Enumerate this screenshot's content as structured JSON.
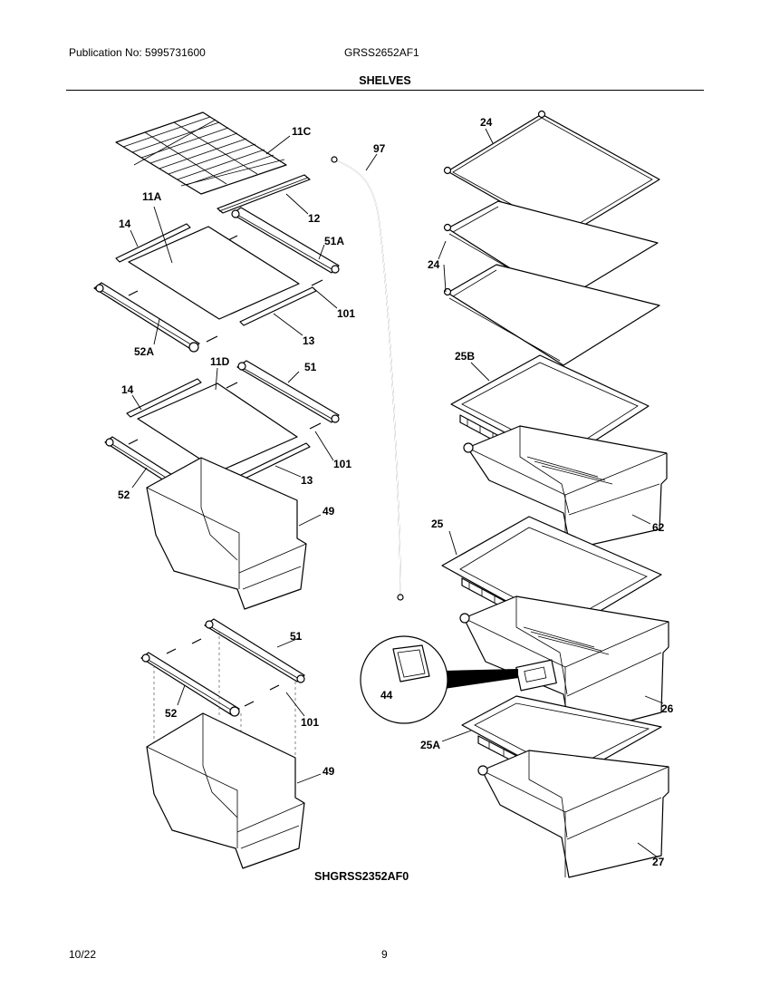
{
  "header": {
    "publication": "Publication No: 5995731600",
    "model": "GRSS2652AF1",
    "section_title": "SHELVES"
  },
  "footer": {
    "date": "10/22",
    "page_number": "9"
  },
  "diagram": {
    "caption": "SHGRSS2352AF0",
    "part_labels": {
      "p11C": "11C",
      "p12": "12",
      "p11A": "11A",
      "p14a": "14",
      "p51A": "51A",
      "p101a": "101",
      "p52A": "52A",
      "p13a": "13",
      "p11D": "11D",
      "p51a": "51",
      "p14b": "14",
      "p101b": "101",
      "p13b": "13",
      "p52a": "52",
      "p49a": "49",
      "p51b": "51",
      "p52b": "52",
      "p101c": "101",
      "p49b": "49",
      "p97": "97",
      "p24a": "24",
      "p24b": "24",
      "p25B": "25B",
      "p62": "62",
      "p25": "25",
      "p44": "44",
      "p26": "26",
      "p25A": "25A",
      "p27": "27"
    }
  }
}
